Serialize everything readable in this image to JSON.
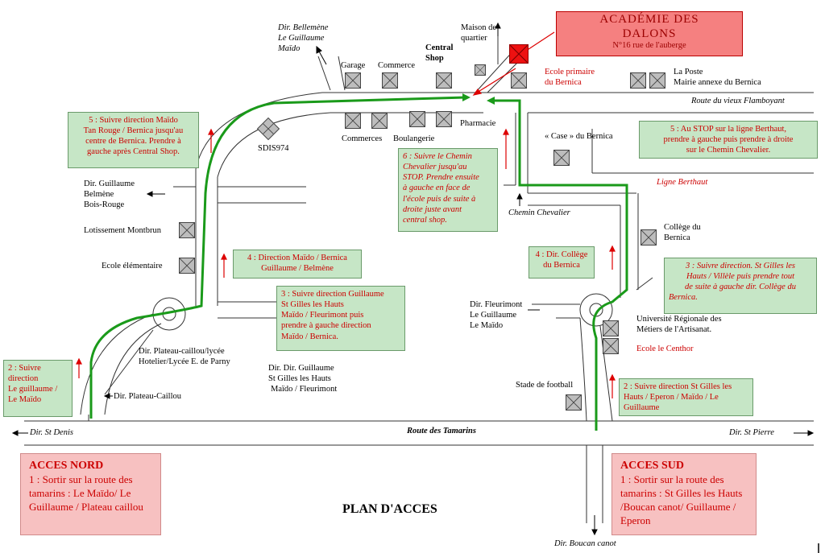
{
  "title": "PLAN D'ACCES",
  "academie": {
    "line1": "ACADÉMIE    DES",
    "line2": "DALONS",
    "address": "N°16 rue de l'auberge"
  },
  "directions": {
    "bellemene": [
      "Dir. Bellemène",
      "Le Guillaume",
      "Maïdo"
    ],
    "guillaume_belmene": [
      "Dir. Guillaume",
      "Belmène",
      "Bois-Rouge"
    ],
    "plateau_caillou_lycee": [
      "Dir. Plateau-caillou/lycée",
      "Hotelier/Lycée E. de Parny"
    ],
    "plateau_caillou": "Dir. Plateau-Caillou",
    "dir_guillaume_sud": [
      "Dir. Dir.  Guillaume",
      "St Gilles les Hauts",
      "Maïdo / Fleurimont"
    ],
    "fleurimont": [
      "Dir. Fleurimont",
      "Le Guillaume",
      "Le Maïdo"
    ],
    "st_denis": "Dir. St Denis",
    "st_pierre": "Dir. St Pierre",
    "boucan": "Dir. Boucan canot"
  },
  "roads": {
    "tamarins": "Route des Tamarins",
    "vieux_flamboyant": "Route du vieux Flamboyant",
    "ligne_berthaut": "Ligne Berthaut",
    "chemin_chevalier": "Chemin Chevalier"
  },
  "places": {
    "maison_quartier": [
      "Maison de",
      "quartier"
    ],
    "garage": "Garage",
    "commerce": "Commerce",
    "central_shop": [
      "Central",
      "Shop"
    ],
    "ecole_primaire": [
      "Ecole primaire",
      "du Bernica"
    ],
    "la_poste": [
      "La Poste",
      "Mairie annexe du Bernica"
    ],
    "sdis": "SDIS974",
    "commerces": "Commerces",
    "boulangerie": "Boulangerie",
    "pharmacie": "Pharmacie",
    "case": "« Case » du Bernica",
    "lotissement": "Lotissement Montbrun",
    "ecole_elementaire": "Ecole élémentaire",
    "college": [
      "Collège du",
      "Bernica"
    ],
    "universite": [
      "Université Régionale des",
      "Métiers de l'Artisanat."
    ],
    "ecole_centhor": "Ecole le Centhor",
    "stade": "Stade de football"
  },
  "steps": {
    "s2_north": [
      "2 : Suivre",
      "direction",
      "Le guillaume /",
      "Le Maïdo"
    ],
    "s3_north": [
      "3 : Suivre direction Guillaume",
      "St Gilles les Hauts",
      " Maïdo / Fleurimont puis",
      "prendre à gauche direction",
      "Maïdo / Bernica."
    ],
    "s4_north": [
      "4 : Direction Maïdo / Bernica",
      "Guillaume / Belmène"
    ],
    "s5_north": [
      "5 : Suivre direction Maïdo",
      "Tan Rouge / Bernica jusqu'au",
      "centre de Bernica. Prendre à",
      "gauche après Central Shop."
    ],
    "s6": [
      "6 : Suivre le Chemin",
      "Chevalier jusqu'au",
      "STOP. Prendre ensuite",
      "à gauche en face de",
      "l'école puis de suite à",
      "droite juste avant",
      "central shop."
    ],
    "s4_south": [
      "4 : Dir. Collège",
      "du Bernica"
    ],
    "s5_south": [
      "5 : Au STOP sur la ligne Berthaut,",
      "prendre à gauche puis prendre à droite",
      "sur le Chemin Chevalier."
    ],
    "s3_south": [
      "3 : Suivre direction. St Gilles les",
      "Hauts / Villèle puis prendre tout",
      "de suite à gauche dir. Collège du",
      "Bernica."
    ],
    "s2_south": [
      "2 : Suivre direction St Gilles les",
      "Hauts / Eperon  / Maïdo / Le",
      "Guillaume"
    ]
  },
  "acces_nord": {
    "heading": "ACCES NORD",
    "text": "1 : Sortir sur la route des tamarins : Le Maïdo/ Le Guillaume / Plateau caillou"
  },
  "acces_sud": {
    "heading": "ACCES SUD",
    "text": "1 : Sortir sur la route des tamarins : St Gilles les Hauts /Boucan canot/ Guillaume / Eperon"
  },
  "colors": {
    "route": "#1a9a1a",
    "note_bg": "#c6e6c6",
    "note_text": "#cc0000",
    "academie_bg": "#f58080",
    "acces_bg": "#f7c1c1"
  }
}
